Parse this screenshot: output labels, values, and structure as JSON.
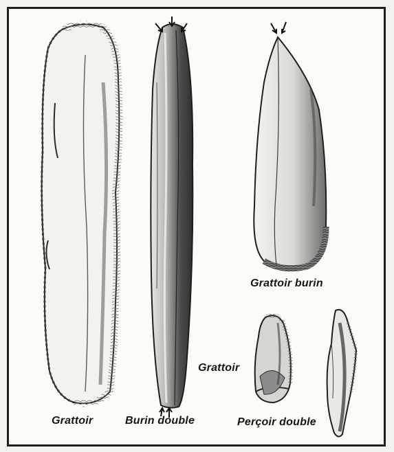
{
  "labels": {
    "grattoir_long": "Grattoir",
    "burin_double": "Burin double",
    "grattoir_burin": "Grattoir burin",
    "grattoir_small": "Grattoir",
    "percoir_double": "Perçoir double"
  },
  "colors": {
    "ink": "#1e1e1e",
    "shade_dark": "#4a4a4a",
    "shade_mid": "#8a8a8a",
    "shade_light": "#c9c9c6",
    "paper": "#fbfbf8"
  }
}
